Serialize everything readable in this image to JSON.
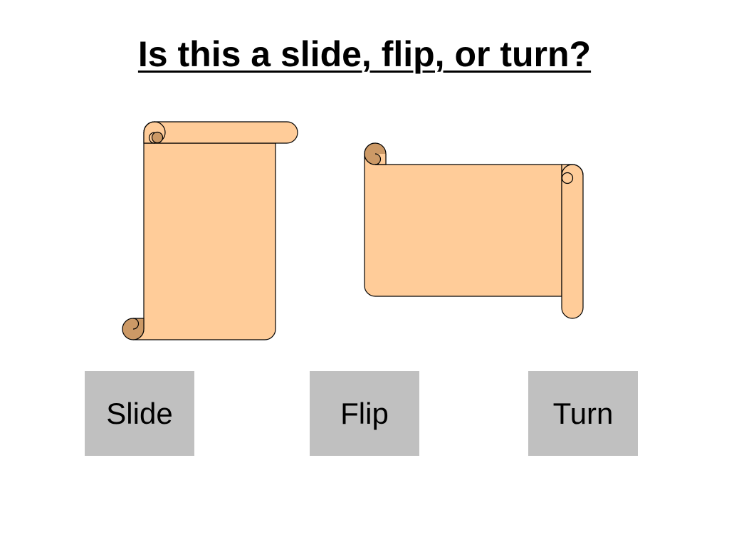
{
  "title": "Is this a slide, flip, or turn?",
  "colors": {
    "scroll_fill": "#FFCC99",
    "scroll_curl": "#CC9966",
    "scroll_stroke": "#000000",
    "choice_button": "#C0C0C0",
    "background": "#FFFFFF"
  },
  "figures": [
    {
      "name": "scroll-original",
      "icon": "vertical-scroll-icon"
    },
    {
      "name": "scroll-transformed",
      "icon": "horizontal-scroll-icon"
    }
  ],
  "choices": [
    {
      "id": "slide",
      "label": "Slide"
    },
    {
      "id": "flip",
      "label": "Flip"
    },
    {
      "id": "turn",
      "label": "Turn"
    }
  ]
}
